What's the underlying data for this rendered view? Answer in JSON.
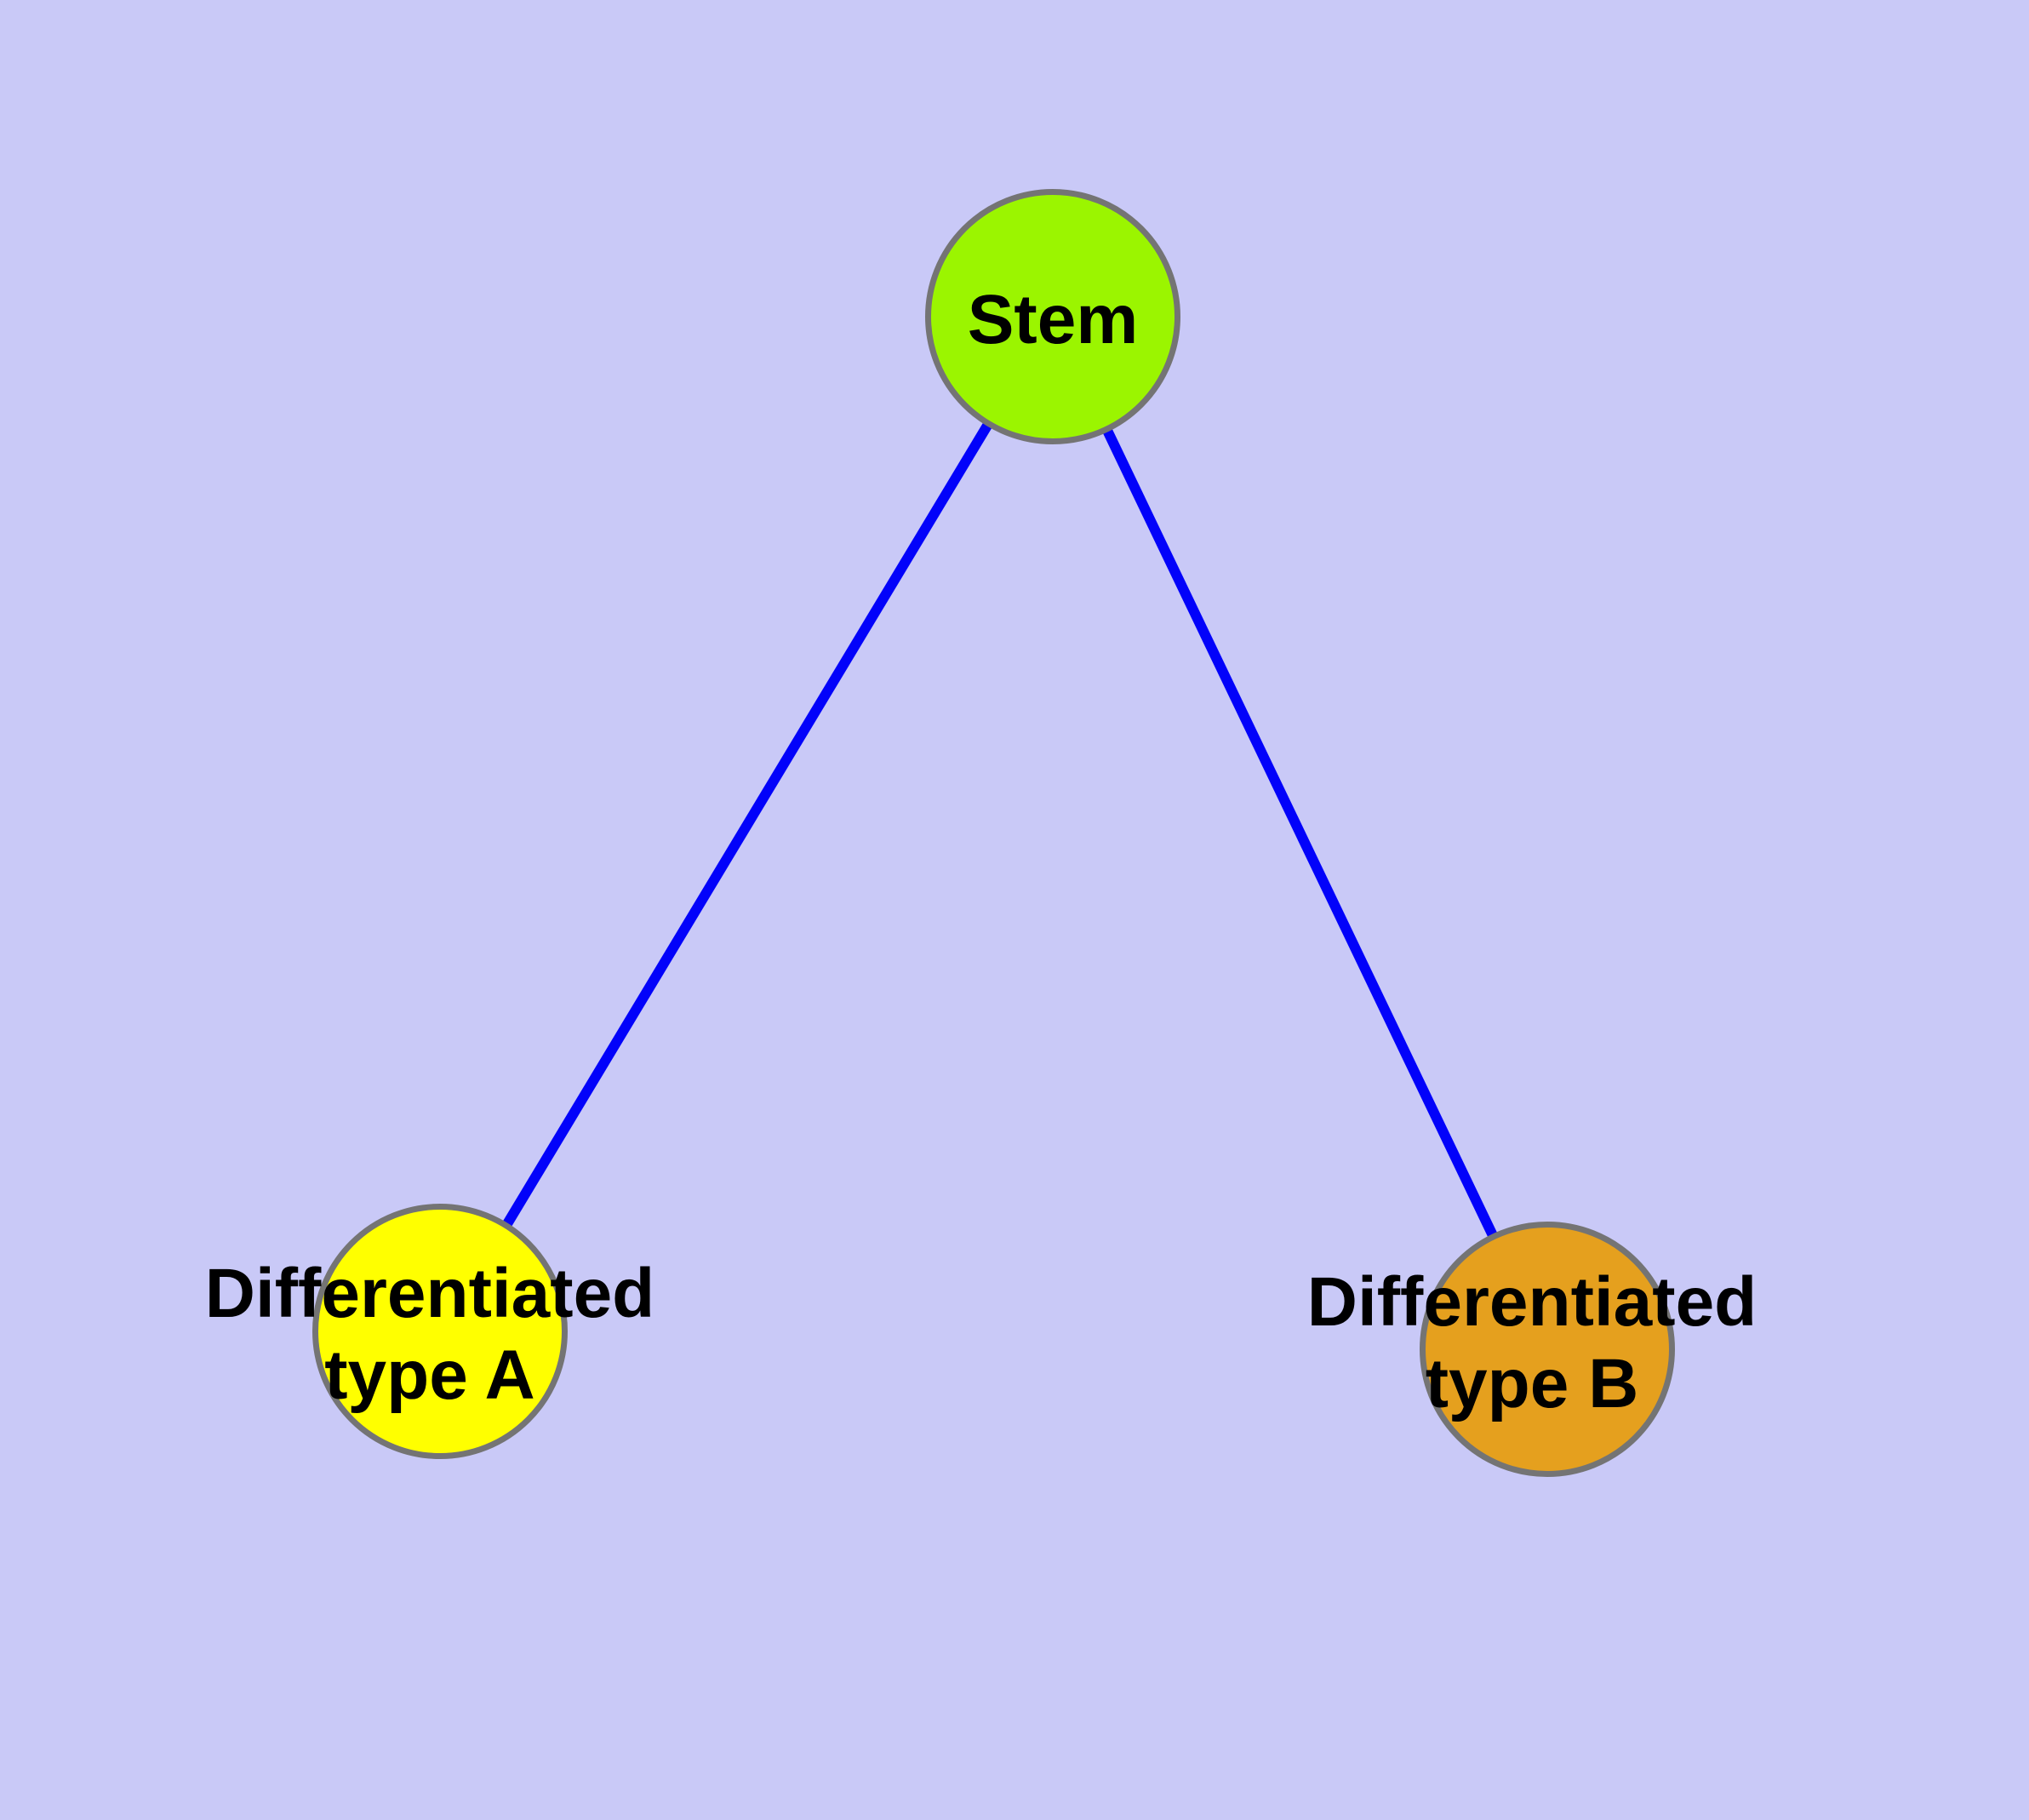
{
  "diagram": {
    "type": "node-edge-graph",
    "background_color": "#C9C9F7",
    "edge_color": "#0202FA",
    "node_border_color": "#747474",
    "text_color": "#000000",
    "nodes": [
      {
        "id": "stem",
        "label": "Stem",
        "fill_color": "#9BF500"
      },
      {
        "id": "differentiated-type-a",
        "label_line1": "Differentiated",
        "label_line2": "type A",
        "fill_color": "#FFFF00"
      },
      {
        "id": "differentiated-type-b",
        "label_line1": "Differentiated",
        "label_line2": "type B",
        "fill_color": "#E5A01E"
      }
    ],
    "edges": [
      {
        "from": "stem",
        "to": "differentiated-type-a"
      },
      {
        "from": "stem",
        "to": "differentiated-type-b"
      }
    ]
  }
}
